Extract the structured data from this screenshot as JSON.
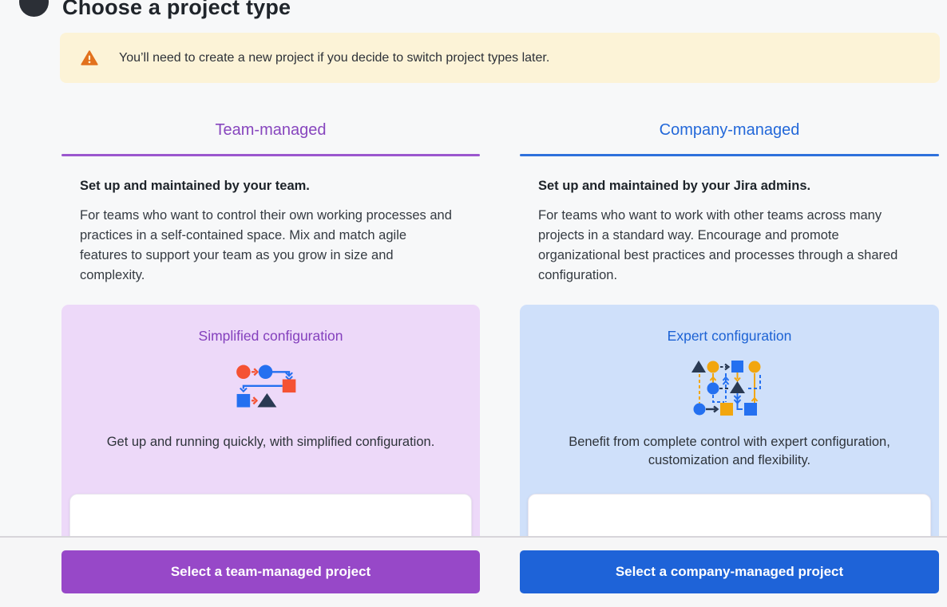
{
  "page": {
    "title": "Choose a project type"
  },
  "warning": {
    "icon": "warning-triangle-icon",
    "text": "You’ll need to create a new project if you decide to switch project types later."
  },
  "columns": {
    "team": {
      "title": "Team-managed",
      "lead": "Set up and maintained by your team.",
      "description": "For teams who want to control their own working processes and practices in a self-contained space. Mix and match agile features to support your team as you grow in size and complexity.",
      "card": {
        "title": "Simplified configuration",
        "icon": "simplified-workflow-diagram-icon",
        "description": "Get up and running quickly, with simplified configuration."
      },
      "button": "Select a team-managed project"
    },
    "company": {
      "title": "Company-managed",
      "lead": "Set up and maintained by your Jira admins.",
      "description": "For teams who want to work with other teams across many projects in a standard way. Encourage and promote organizational best practices and processes through a shared configuration.",
      "card": {
        "title": "Expert configuration",
        "icon": "expert-workflow-diagram-icon",
        "description": "Benefit from complete control with expert configuration, customization and flexibility."
      },
      "button": "Select a company-managed project"
    }
  },
  "colors": {
    "page_background": "#f7f8f9",
    "warning_background": "#fcf3d7",
    "warning_icon": "#e2711d",
    "team_accent": "#8746be",
    "team_underline": "#9b57ce",
    "team_card_background": "#edd9f9",
    "team_button": "#9748c8",
    "company_accent": "#2368d9",
    "company_underline": "#2e71dc",
    "company_card_background": "#cfe0fa",
    "company_button": "#1e63d8",
    "icon_orange": "#f55233",
    "icon_blue": "#2470f0",
    "icon_navy": "#2a3a53",
    "icon_yellow": "#f2a60e"
  }
}
